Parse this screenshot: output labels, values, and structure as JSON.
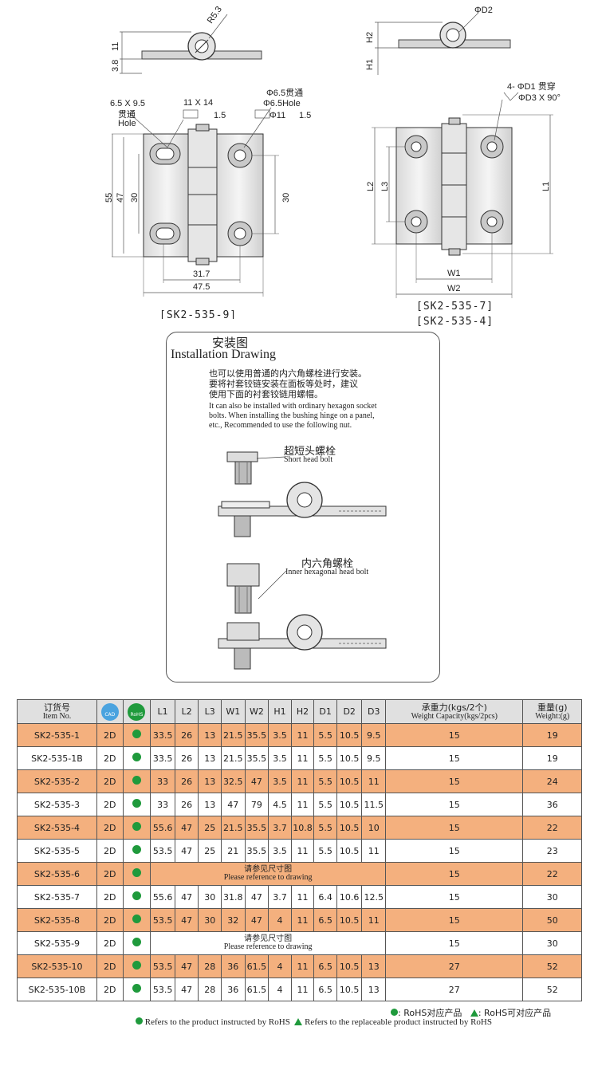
{
  "drawings": {
    "top_left": {
      "dim_r": "R5.3",
      "dim_11": "11",
      "dim_3_8": "3.8"
    },
    "top_right": {
      "dim_d2": "ΦD2",
      "dim_h2": "H2",
      "dim_h1": "H1"
    },
    "left_drawing": {
      "slot_label_1": "6.5 X 9.5",
      "slot_label_2": "贯通",
      "slot_label_3": "Hole",
      "counterbore_top": "11 X 14",
      "counterbore_depth": "1.5",
      "hole_label_1": "Φ6.5贯通",
      "hole_label_2": "Φ6.5Hole",
      "hole_cb": "Φ11",
      "hole_cb_depth": "1.5",
      "dim_55": "55",
      "dim_47": "47",
      "dim_30_left": "30",
      "dim_30_right": "30",
      "dim_31_7": "31.7",
      "dim_47_5": "47.5",
      "caption": "[SK2-535-9]"
    },
    "right_drawing": {
      "hole_label": "4- ΦD1 贯穿",
      "cs_label": "ΦD3  X 90°",
      "dim_l1": "L1",
      "dim_l2": "L2",
      "dim_l3": "L3",
      "dim_w1": "W1",
      "dim_w2": "W2",
      "caption_1": "[SK2-535-7]",
      "caption_2": "[SK2-535-4]"
    }
  },
  "installation": {
    "title_cn": "安装图",
    "title_en": "Installation Drawing",
    "note_cn_1": "也可以使用普通的内六角螺栓进行安装。",
    "note_cn_2": "要将衬套铰链安装在面板等处时，建议",
    "note_cn_3": "使用下面的衬套铰链用螺帽。",
    "note_en_1": "It can also be installed with ordinary hexagon socket",
    "note_en_2": "bolts. When installing the bushing hinge on a panel,",
    "note_en_3": "etc., Recommended to use the following nut.",
    "bolt1_cn": "超短头螺栓",
    "bolt1_en": "Short head bolt",
    "bolt2_cn": "内六角螺栓",
    "bolt2_en": "Inner hexagonal head bolt"
  },
  "table": {
    "headers": {
      "item_cn": "订货号",
      "item_en": "Item No.",
      "cad_icon": "cad-icon",
      "cad_icon_text": "CAD",
      "rohs_icon": "rohs-icon",
      "rohs_icon_text": "RoHS",
      "l1": "L1",
      "l2": "L2",
      "l3": "L3",
      "w1": "W1",
      "w2": "W2",
      "h1": "H1",
      "h2": "H2",
      "d1": "D1",
      "d2": "D2",
      "d3": "D3",
      "cap_cn": "承重力(kgs/2个)",
      "cap_en": "Weight Capacity(kgs/2pcs)",
      "wt_cn": "重量(g)",
      "wt_en": "Weight:(g)"
    },
    "ref_cn": "请参见尺寸图",
    "ref_en": "Please reference to drawing",
    "rows": [
      {
        "item": "SK2-535-1",
        "cad": "2D",
        "rohs": "dot",
        "l1": "33.5",
        "l2": "26",
        "l3": "13",
        "w1": "21.5",
        "w2": "35.5",
        "h1": "3.5",
        "h2": "11",
        "d1": "5.5",
        "d2": "10.5",
        "d3": "9.5",
        "cap": "15",
        "wt": "19",
        "ref": false
      },
      {
        "item": "SK2-535-1B",
        "cad": "2D",
        "rohs": "dot",
        "l1": "33.5",
        "l2": "26",
        "l3": "13",
        "w1": "21.5",
        "w2": "35.5",
        "h1": "3.5",
        "h2": "11",
        "d1": "5.5",
        "d2": "10.5",
        "d3": "9.5",
        "cap": "15",
        "wt": "19",
        "ref": false
      },
      {
        "item": "SK2-535-2",
        "cad": "2D",
        "rohs": "dot",
        "l1": "33",
        "l2": "26",
        "l3": "13",
        "w1": "32.5",
        "w2": "47",
        "h1": "3.5",
        "h2": "11",
        "d1": "5.5",
        "d2": "10.5",
        "d3": "11",
        "cap": "15",
        "wt": "24",
        "ref": false
      },
      {
        "item": "SK2-535-3",
        "cad": "2D",
        "rohs": "dot",
        "l1": "33",
        "l2": "26",
        "l3": "13",
        "w1": "47",
        "w2": "79",
        "h1": "4.5",
        "h2": "11",
        "d1": "5.5",
        "d2": "10.5",
        "d3": "11.5",
        "cap": "15",
        "wt": "36",
        "ref": false
      },
      {
        "item": "SK2-535-4",
        "cad": "2D",
        "rohs": "dot",
        "l1": "55.6",
        "l2": "47",
        "l3": "25",
        "w1": "21.5",
        "w2": "35.5",
        "h1": "3.7",
        "h2": "10.8",
        "d1": "5.5",
        "d2": "10.5",
        "d3": "10",
        "cap": "15",
        "wt": "22",
        "ref": false
      },
      {
        "item": "SK2-535-5",
        "cad": "2D",
        "rohs": "dot",
        "l1": "53.5",
        "l2": "47",
        "l3": "25",
        "w1": "21",
        "w2": "35.5",
        "h1": "3.5",
        "h2": "11",
        "d1": "5.5",
        "d2": "10.5",
        "d3": "11",
        "cap": "15",
        "wt": "23",
        "ref": false
      },
      {
        "item": "SK2-535-6",
        "cad": "2D",
        "rohs": "dot",
        "cap": "15",
        "wt": "22",
        "ref": true
      },
      {
        "item": "SK2-535-7",
        "cad": "2D",
        "rohs": "dot",
        "l1": "55.6",
        "l2": "47",
        "l3": "30",
        "w1": "31.8",
        "w2": "47",
        "h1": "3.7",
        "h2": "11",
        "d1": "6.4",
        "d2": "10.6",
        "d3": "12.5",
        "cap": "15",
        "wt": "30",
        "ref": false
      },
      {
        "item": "SK2-535-8",
        "cad": "2D",
        "rohs": "dot",
        "l1": "53.5",
        "l2": "47",
        "l3": "30",
        "w1": "32",
        "w2": "47",
        "h1": "4",
        "h2": "11",
        "d1": "6.5",
        "d2": "10.5",
        "d3": "11",
        "cap": "15",
        "wt": "50",
        "ref": false
      },
      {
        "item": "SK2-535-9",
        "cad": "2D",
        "rohs": "dot",
        "cap": "15",
        "wt": "30",
        "ref": true
      },
      {
        "item": "SK2-535-10",
        "cad": "2D",
        "rohs": "dot",
        "l1": "53.5",
        "l2": "47",
        "l3": "28",
        "w1": "36",
        "w2": "61.5",
        "h1": "4",
        "h2": "11",
        "d1": "6.5",
        "d2": "10.5",
        "d3": "13",
        "cap": "27",
        "wt": "52",
        "ref": false
      },
      {
        "item": "SK2-535-10B",
        "cad": "2D",
        "rohs": "dot",
        "l1": "53.5",
        "l2": "47",
        "l3": "28",
        "w1": "36",
        "w2": "61.5",
        "h1": "4",
        "h2": "11",
        "d1": "6.5",
        "d2": "10.5",
        "d3": "13",
        "cap": "27",
        "wt": "52",
        "ref": false
      }
    ]
  },
  "legend": {
    "dot_cn": ": RoHS对应产品",
    "tri_cn": ": RoHS可对应产品",
    "dot_en": "Refers to the product instructed by RoHS",
    "tri_en": "Refers to the replaceable product instructed by RoHS"
  },
  "colors": {
    "highlight_row": "#f4b07e",
    "header_bg": "#e0e0e0",
    "rohs_green": "#1f9a3c",
    "cad_blue": "#4aa3df"
  }
}
